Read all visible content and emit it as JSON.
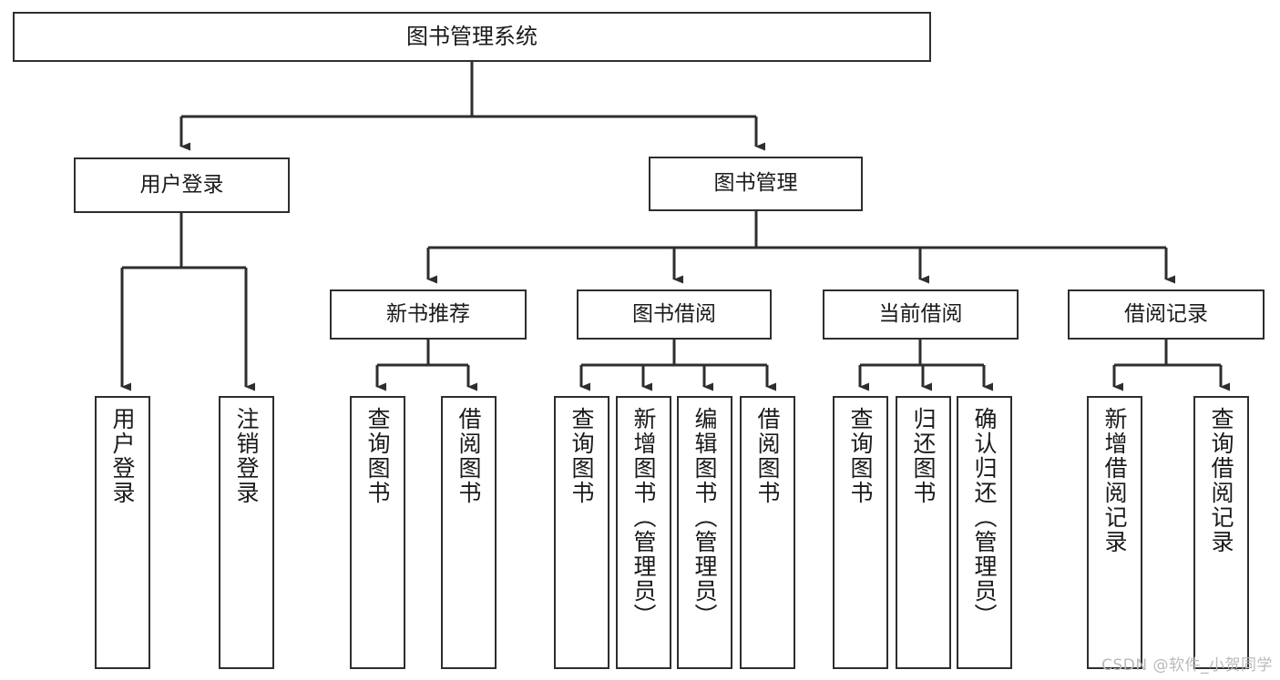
{
  "diagram": {
    "title": "图书管理系统",
    "type": "tree-hierarchy",
    "watermark": "CSDN @软件_小贺同学",
    "colors": {
      "background": "#ffffff",
      "box_border": "#2e2e2e",
      "box_fill": "#ffffff",
      "connector": "#2e2e2e",
      "text": "#1a1a1a",
      "watermark": "#b9b9b9"
    },
    "nodes": {
      "root": {
        "label": "图书管理系统"
      },
      "level2": [
        {
          "label": "用户登录"
        },
        {
          "label": "图书管理"
        }
      ],
      "level3": [
        {
          "label": "新书推荐"
        },
        {
          "label": "图书借阅"
        },
        {
          "label": "当前借阅"
        },
        {
          "label": "借阅记录"
        }
      ],
      "leaves": {
        "user_login": [
          {
            "label": "用户登录"
          },
          {
            "label": "注销登录"
          }
        ],
        "new_book": [
          {
            "label": "查询图书"
          },
          {
            "label": "借阅图书"
          }
        ],
        "book_borrow": [
          {
            "label": "查询图书"
          },
          {
            "label": "新增图书（管理员）"
          },
          {
            "label": "编辑图书（管理员）"
          },
          {
            "label": "借阅图书"
          }
        ],
        "current_borrow": [
          {
            "label": "查询图书"
          },
          {
            "label": "归还图书"
          },
          {
            "label": "确认归还（管理员）"
          }
        ],
        "borrow_record": [
          {
            "label": "新增借阅记录"
          },
          {
            "label": "查询借阅记录"
          }
        ]
      }
    }
  }
}
